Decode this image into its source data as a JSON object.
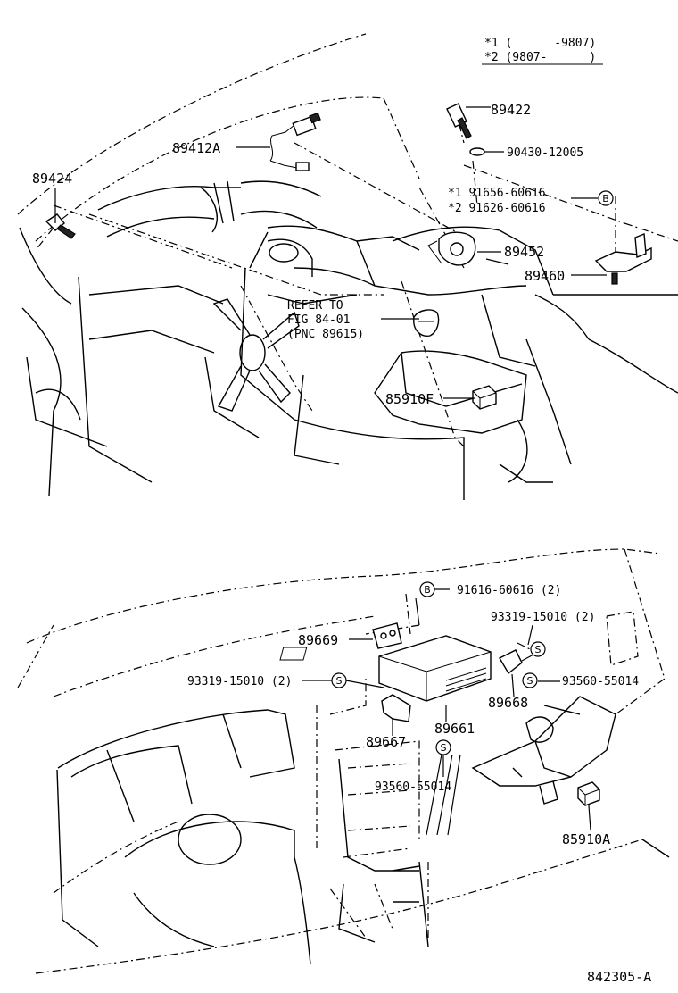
{
  "legend": {
    "row1": "*1 (      -9807)",
    "row2": "*2 (9807-      )"
  },
  "labels": {
    "p89422": "89422",
    "p90430": "90430-12005",
    "p89412A": "89412A",
    "p89424": "89424",
    "bolt1": "*1 91656-60616",
    "bolt2": "*2 91626-60616",
    "p89452": "89452",
    "p89460": "89460",
    "refer1": "REFER TO",
    "refer2": "FIG 84-01",
    "refer3": "(PNC 89615)",
    "p85910F": "85910F",
    "b91616": "91616-60616 (2)",
    "s93319a": "93319-15010 (2)",
    "p89669": "89669",
    "s93319b": "93319-15010 (2)",
    "s93560a": "93560-55014",
    "p89668": "89668",
    "p89661": "89661",
    "p89667": "89667",
    "s93560b": "93560-55014",
    "p85910A": "85910A",
    "figno": "842305-A"
  },
  "symbols": {
    "b": "B",
    "s": "S"
  }
}
